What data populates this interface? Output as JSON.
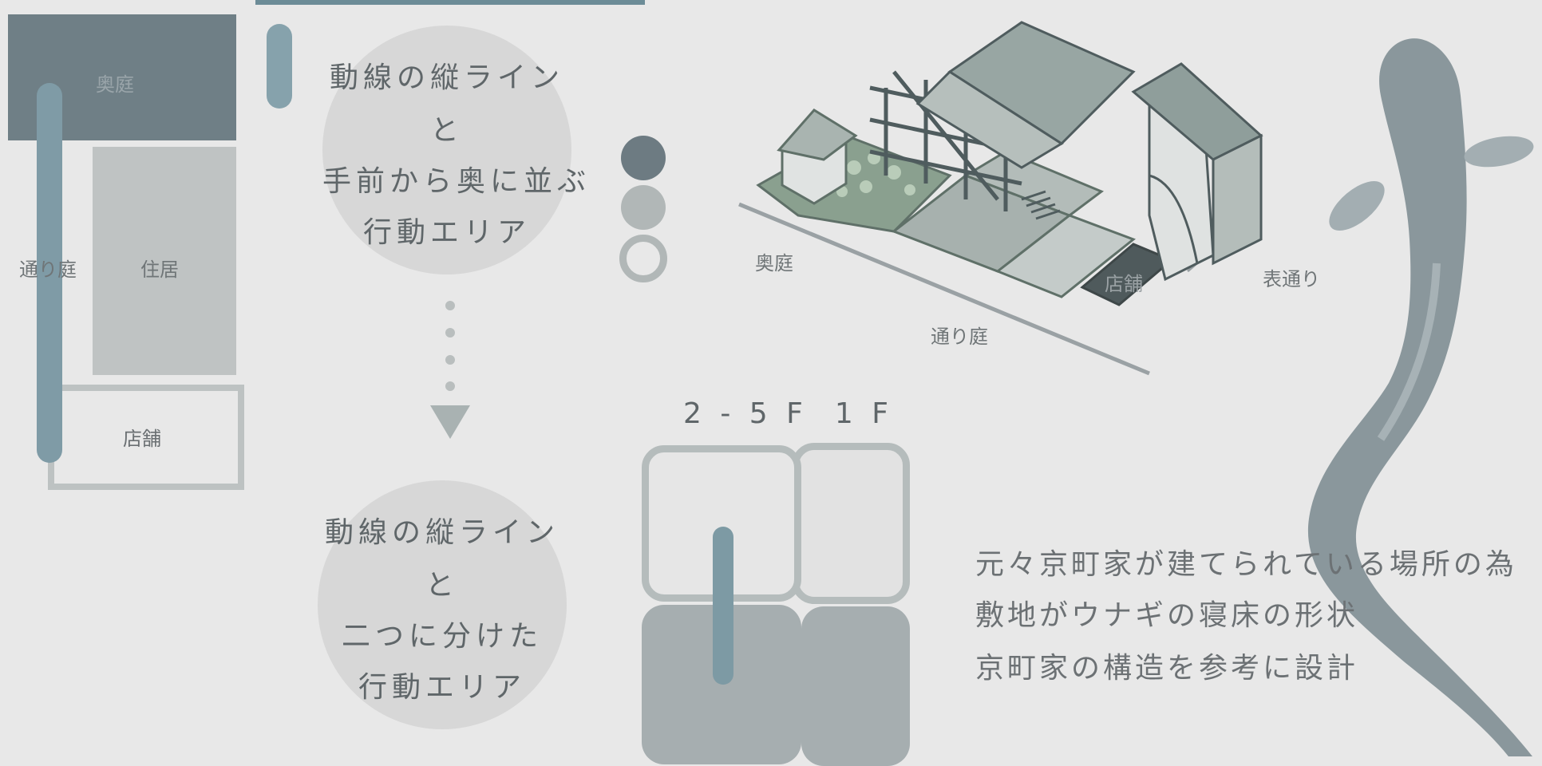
{
  "plan": {
    "okuniwa": "奥庭",
    "toriniwa": "通り庭",
    "jukyo": "住居",
    "tenpo": "店舗"
  },
  "concept": {
    "top_lines": [
      "動線の縦ライン",
      "と",
      "手前から奥に並ぶ",
      "行動エリア"
    ],
    "bottom_lines": [
      "動線の縦ライン",
      "と",
      "二つに分けた",
      "行動エリア"
    ]
  },
  "isometric": {
    "okuniwa": "奥庭",
    "tenpo": "店舗",
    "toriniwa": "通り庭",
    "omote_dori": "表通り"
  },
  "floor": {
    "upper_label": "2 - 5 F",
    "lower_label": "1 F"
  },
  "description": [
    "元々京町家が建てられている場所の為",
    "敷地がウナギの寝床の形状",
    "京町家の構造を参考に設計"
  ],
  "colors": {
    "background": "#e8e8e8",
    "accent_blue": "#7f9ba6",
    "dark_slate": "#6f7f86",
    "light_gray": "#bfc3c3"
  }
}
